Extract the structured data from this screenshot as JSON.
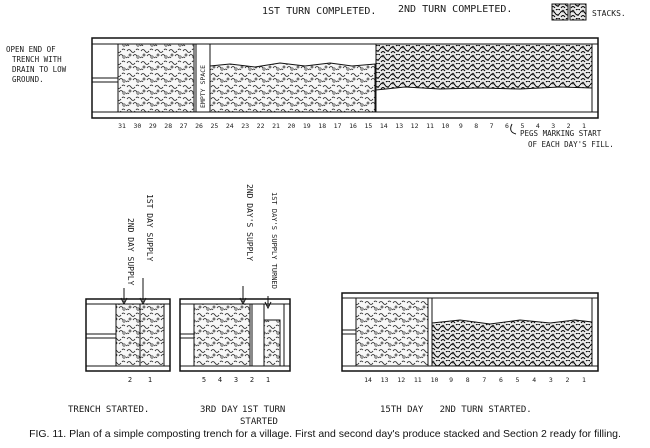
{
  "header": {
    "turn1": "1ST TURN COMPLETED.",
    "turn2": "2ND TURN COMPLETED.",
    "stacks": "STACKS."
  },
  "top_diagram": {
    "open_end_note": [
      "OPEN END OF",
      "TRENCH WITH",
      "DRAIN TO LOW",
      "GROUND."
    ],
    "empty_space": "EMPTY SPACE",
    "peg_numbers": [
      "31",
      "30",
      "29",
      "28",
      "27",
      "26",
      "25",
      "24",
      "23",
      "22",
      "21",
      "20",
      "19",
      "18",
      "17",
      "16",
      "15",
      "14",
      "13",
      "12",
      "11",
      "10",
      "9",
      "8",
      "7",
      "6",
      "5",
      "4",
      "3",
      "2",
      "1"
    ],
    "pegs_note": [
      "PEGS MARKING START",
      "OF EACH DAY'S FILL."
    ]
  },
  "bottom_diagrams": {
    "vertical_labels": {
      "second_day_supply_a": "2ND DAY SUPPLY",
      "first_day_supply": "1ST DAY SUPPLY",
      "second_days_supply_b": "2ND DAY'S SUPPLY",
      "first_days_supply_turned": "1ST DAY'S SUPPLY TURNED"
    },
    "panel1": {
      "numbers": [
        "2",
        "1"
      ],
      "label": "TRENCH STARTED."
    },
    "panel2": {
      "numbers": [
        "5",
        "4",
        "3",
        "2",
        "1"
      ],
      "label": [
        "3RD DAY",
        "1ST TURN",
        "STARTED"
      ]
    },
    "panel3": {
      "numbers": [
        "14",
        "13",
        "12",
        "11",
        "10",
        "9",
        "8",
        "7",
        "6",
        "5",
        "4",
        "3",
        "2",
        "1"
      ],
      "label": "15TH DAY   2ND TURN STARTED."
    }
  },
  "caption": "FIG. 11. Plan of a simple composting trench for a village. First and second day's produce stacked and Section 2 ready for filling."
}
